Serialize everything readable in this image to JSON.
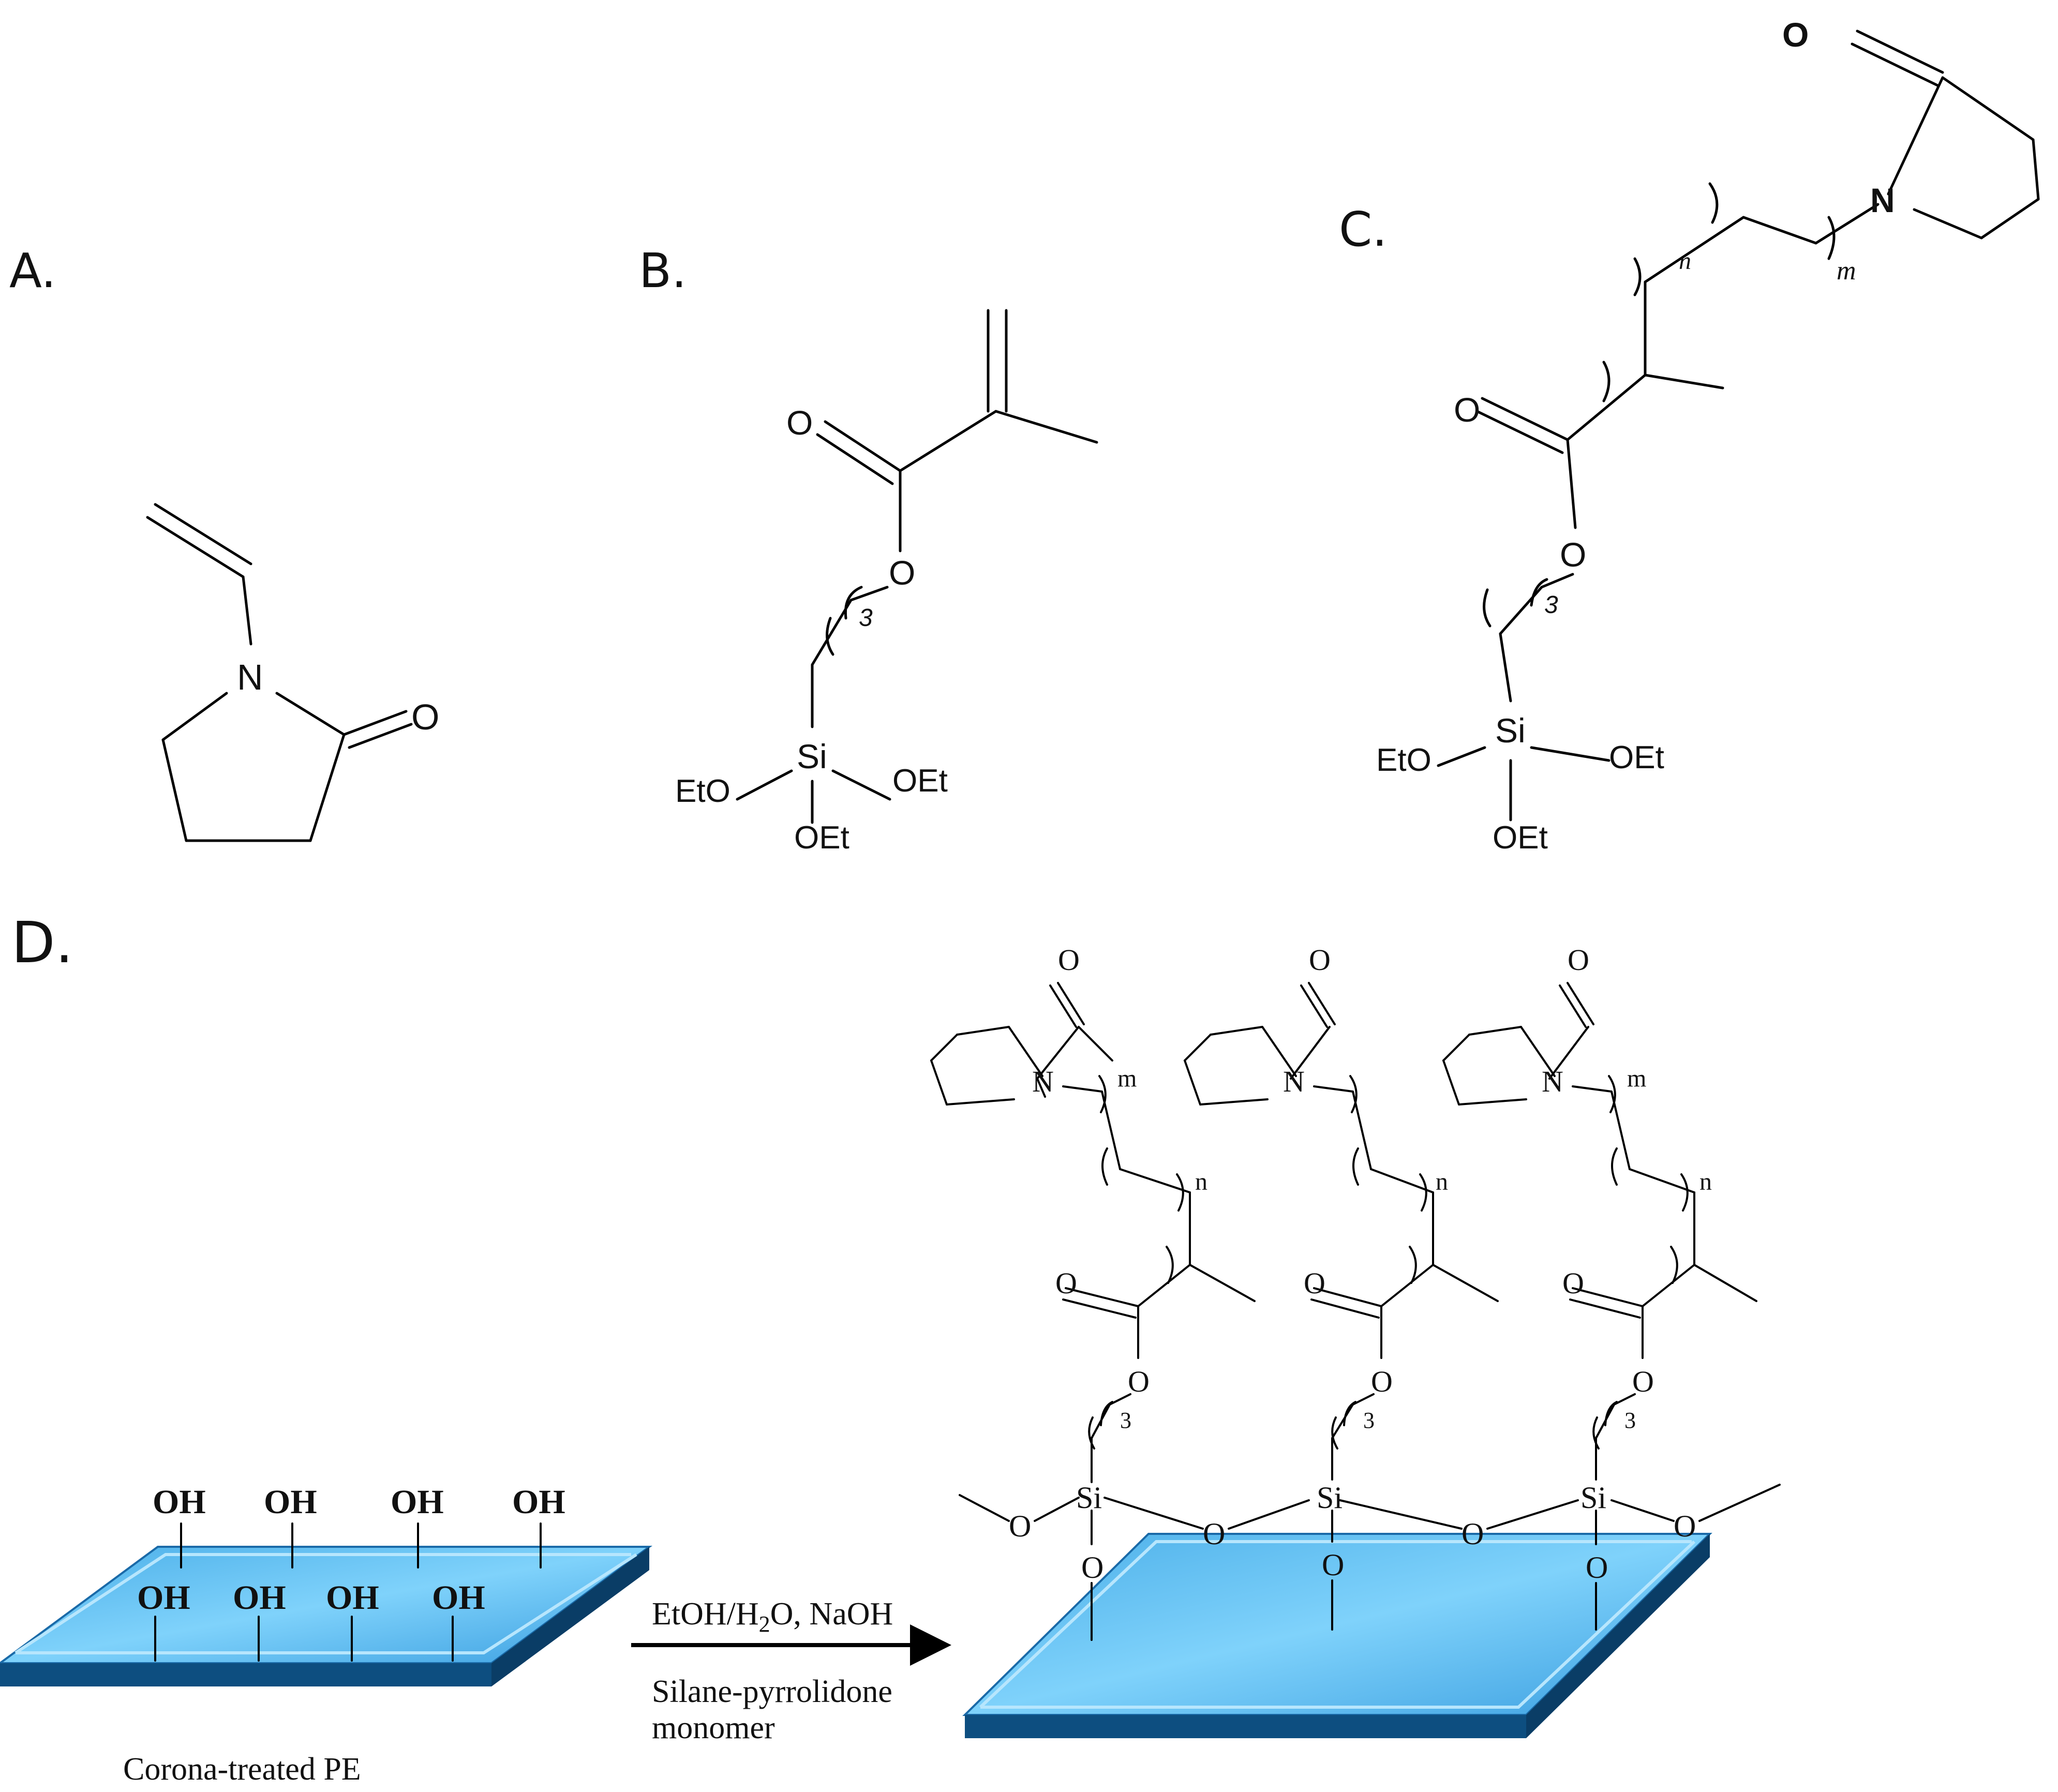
{
  "panels": {
    "a_label": "A.",
    "b_label": "B.",
    "c_label": "C.",
    "d_label": "D."
  },
  "atoms": {
    "N": "N",
    "O": "O",
    "Si": "Si",
    "OEt": "OEt",
    "EtO": "EtO",
    "OH": "OH",
    "sub_3": "3",
    "sub_n": "n",
    "sub_m": "m"
  },
  "reaction": {
    "conditions_prefix": "EtOH/H",
    "conditions_sub": "2",
    "conditions_suffix": "O, NaOH",
    "reagent_line1": "Silane-pyrrolidone",
    "reagent_line2": "monomer"
  },
  "substrate_caption": "Corona-treated PE",
  "colors": {
    "substrate_top": "#66c6f5",
    "substrate_edge": "#0d4e80",
    "substrate_light": "#9fdcfb",
    "ink": "#000000"
  }
}
